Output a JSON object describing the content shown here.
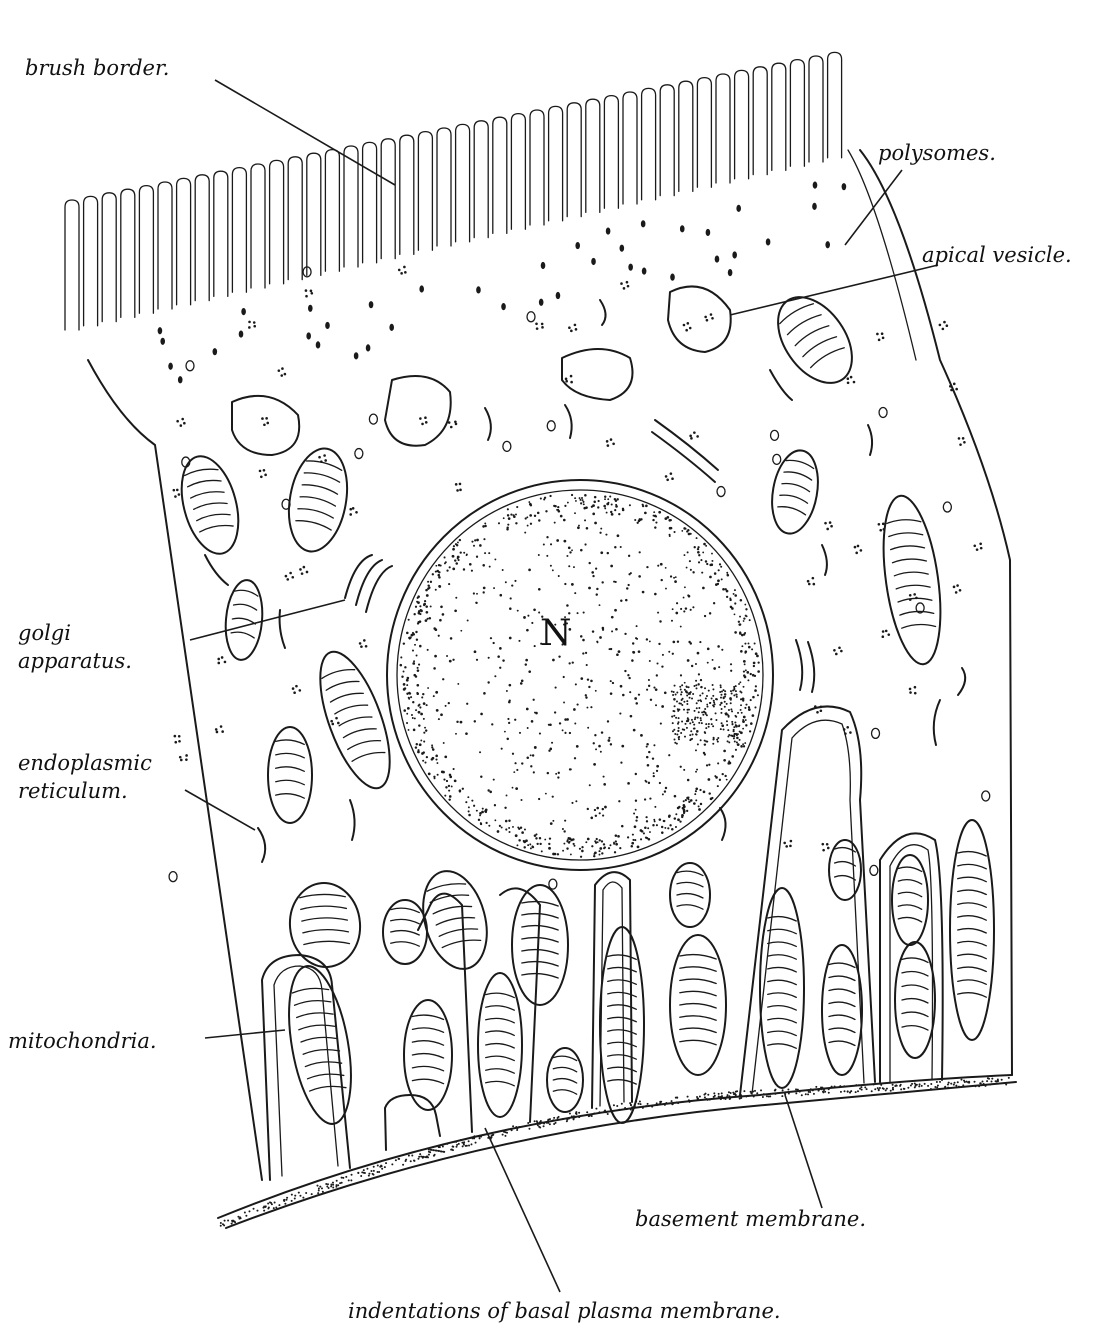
{
  "labels": {
    "brush_border": "brush border.",
    "polysomes": "polysomes.",
    "apical_vesicle": "apical vesicle.",
    "golgi_line1": "golgi",
    "golgi_line2": "apparatus.",
    "er_line1": "endoplasmic",
    "er_line2": "reticulum.",
    "mitochondria": "mitochondria.",
    "nucleus": "N",
    "basement_membrane": "basement membrane.",
    "indentations": "indentations of basal plasma membrane."
  }
}
